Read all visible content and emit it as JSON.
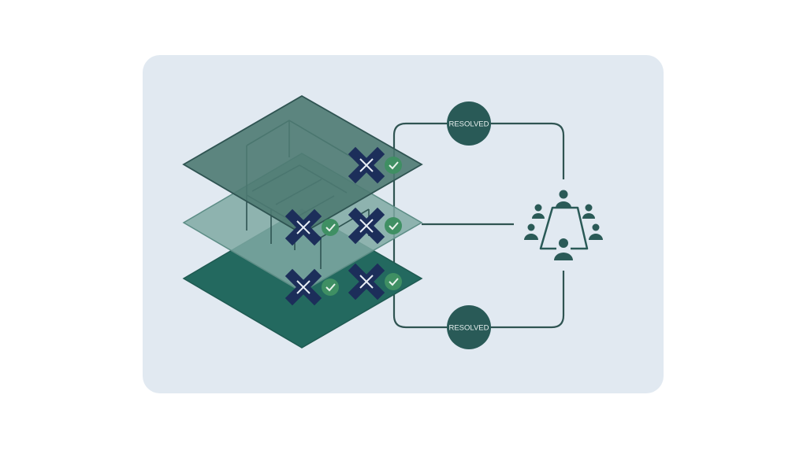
{
  "diagram": {
    "nodes": {
      "resolved_top": "RESOLVED",
      "resolved_bottom": "RESOLVED"
    },
    "icons": [
      "stacked-layers",
      "conflict-x-icon",
      "resolved-check-icon",
      "meeting-team-icon"
    ],
    "colors": {
      "card": "#e1e9f1",
      "layer_top": "#4e7a72",
      "layer_middle": "#7fa9a3",
      "layer_bottom": "#23695f",
      "x_mark": "#1c2e5a",
      "check": "#3f8f63",
      "node": "#295a57",
      "line": "#2f5452"
    }
  }
}
